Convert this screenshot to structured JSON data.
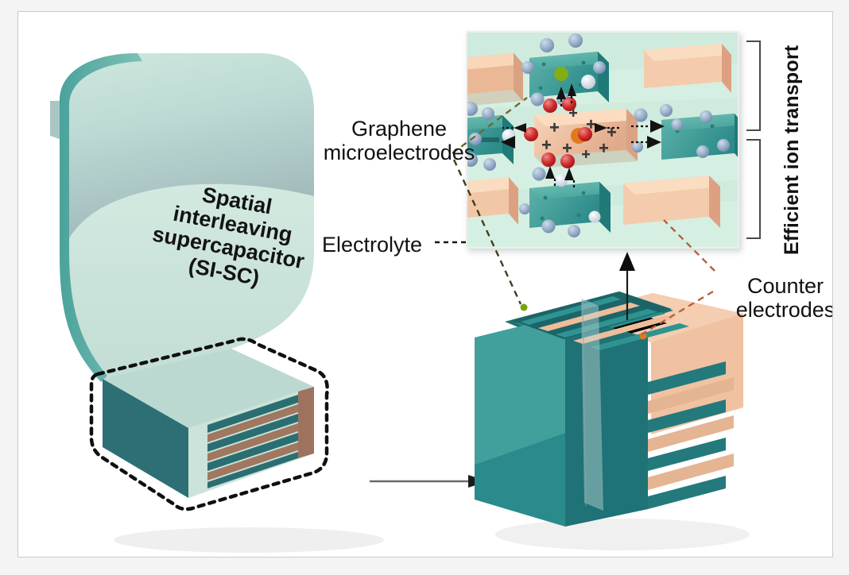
{
  "figure": {
    "kind": "scientific-schematic",
    "subject": "Spatial interleaving supercapacitor architecture"
  },
  "labels": {
    "main_device": "Spatial\ninterleaving\nsupercapacitor\n(SI-SC)",
    "main_device_lines": [
      "Spatial",
      "interleaving",
      "supercapacitor",
      "(SI-SC)"
    ],
    "graphene": "Graphene\nmicroelectrodes",
    "graphene_lines": [
      "Graphene",
      "microelectrodes"
    ],
    "electrolyte": "Electrolyte",
    "counter": "Counter\nelectrodes",
    "counter_lines": [
      "Counter",
      "electrodes"
    ],
    "efficient_ion_transport": "Efficient ion transport"
  },
  "colors": {
    "graphene_electrode_teal": "#3f9a95",
    "graphene_electrode_teal_dark": "#2f7d79",
    "counter_electrode_peach": "#f7cdaf",
    "counter_electrode_peach_dark": "#d9a183",
    "electrolyte_mint": "#d9f2e4",
    "flex_sheet_light": "#c8e3da",
    "flex_sheet_dark": "#93afb2",
    "device_body_teal": "#2f8b8a",
    "anion_blue": "#8ca7c4",
    "cation_red": "#cf2b2b",
    "marker_green": "#7ea513",
    "marker_orange": "#e07a1f",
    "arrow_gray": "#5a5a5a",
    "label_text": "#111111",
    "canvas_bg": "#ffffff",
    "page_bg": "#f2f2f2"
  },
  "annotations": {
    "transform_arrow": "right-arrow",
    "zoom_arrow": "up-arrow",
    "highlight_outline": "dashed-rounded-rectangle",
    "leader_graphene": "dashed-olive",
    "leader_electrolyte": "dashed-black",
    "leader_counter": "dashed-orange",
    "bracket_count": 2
  },
  "inset": {
    "background": "electrolyte",
    "graphene_blocks": 4,
    "counter_blocks": 5,
    "anion_count": 26,
    "cation_count": 6,
    "ion_arrows": 6,
    "center_marker": "orange-dot",
    "graphene_marker": "green-dot",
    "plus_symbols": 8
  },
  "device_3d": {
    "finger_pairs": 5,
    "left_body": "graphene current collector",
    "right_body": "counter electrode current collector",
    "top_fingers": 5,
    "side_layers": 4
  },
  "icons": {
    "right_arrow": "arrow-right-icon",
    "up_arrow": "arrow-up-icon",
    "bracket": "bracket-icon"
  }
}
